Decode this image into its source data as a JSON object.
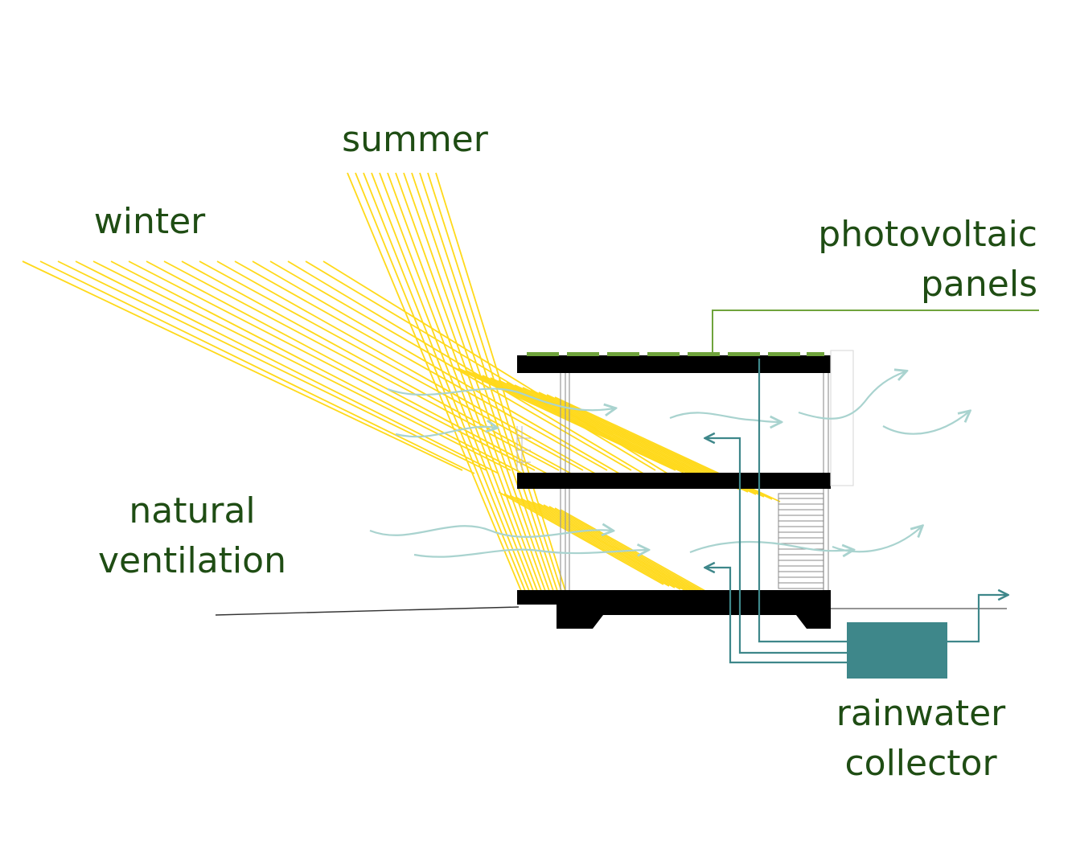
{
  "labels": {
    "summer": "summer",
    "winter": "winter",
    "pv_line1": "photovoltaic",
    "pv_line2": "panels",
    "vent_line1": "natural",
    "vent_line2": "ventilation",
    "rain_line1": "rainwater",
    "rain_line2": "collector"
  },
  "colors": {
    "label_text": "#1f4d14",
    "sun_rays": "#ffd91a",
    "airflow": "#a9d3cf",
    "water": "#3e878a",
    "pv_panel": "#6fa33c",
    "structure": "#000000"
  }
}
